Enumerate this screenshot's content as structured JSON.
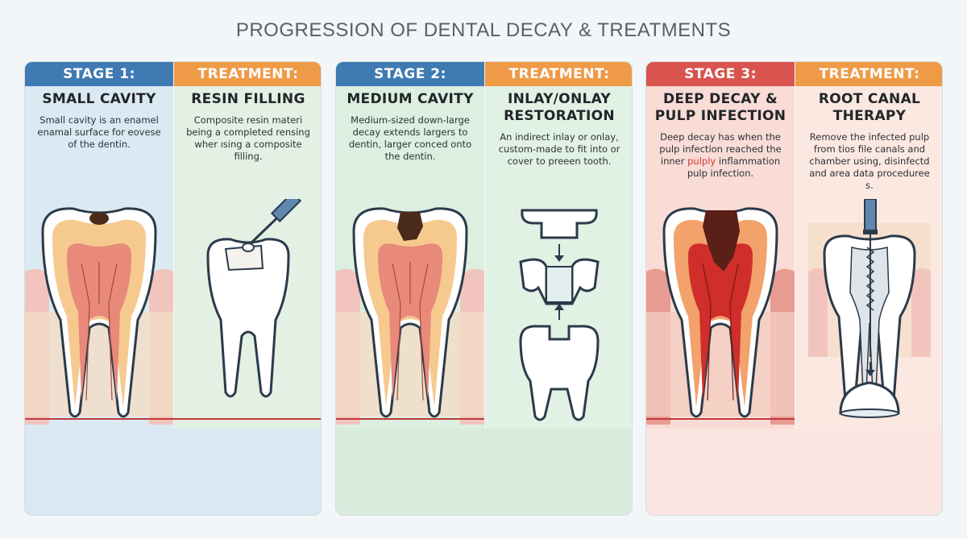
{
  "title": "PROGRESSION OF DENTAL DECAY & TREATMENTS",
  "groups": [
    {
      "stage": {
        "header": "STAGE 1:",
        "title": "SMALL CAVITY",
        "description": "Small cavity is an enamel enamal surface for eovese of the dentin."
      },
      "treatment": {
        "header": "TREATMENT:",
        "title": "RESIN FILLING",
        "description": "Composite resin materi being a completed rensing wher ısing a composite filling."
      }
    },
    {
      "stage": {
        "header": "STAGE 2:",
        "title": "MEDIUM CAVITY",
        "description": "Medium-sized down-large decay extends largers to dentin, larger conced onto the dentin."
      },
      "treatment": {
        "header": "TREATMENT:",
        "title_line1": "INLAY/ONLAY",
        "title_line2": "RESTORATION",
        "description": "An indirect inlay or onlay, custom-made to fit into or cover to preeen tooth."
      }
    },
    {
      "stage": {
        "header": "STAGE 3:",
        "title_line1": "DEEP DECAY &",
        "title_line2": "PULP INFECTION",
        "description_pre": "Deep decay has when the pulp infection reached the inner ",
        "description_highlight": "pulply",
        "description_post": " inflammation pulp infection."
      },
      "treatment": {
        "header": "TREATMENT:",
        "title_line1": "ROOT CANAL",
        "title_line2": "THERAPY",
        "description": "Remove the infected pulp from tios file canals and chamber using, disinfectd and area data proceduree s."
      }
    }
  ],
  "colors": {
    "stage_header": "#3f7ab3",
    "treatment_header": "#ef9a47",
    "stage3_header": "#d9544f",
    "infection": "#d23b34"
  }
}
